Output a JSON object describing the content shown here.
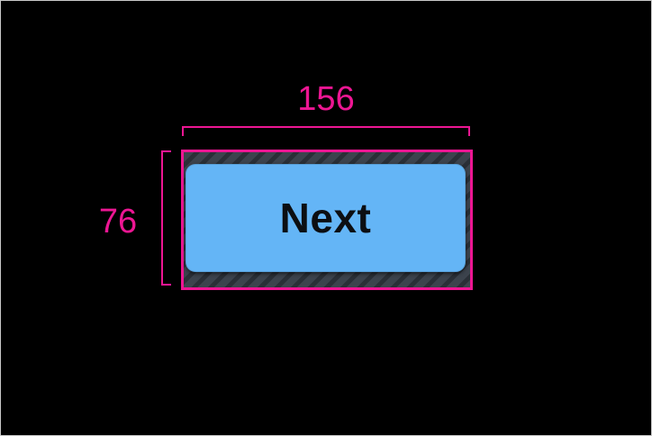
{
  "canvas": {
    "background_color": "#000000",
    "frame_border_color": "#c9c9c9"
  },
  "annotations": {
    "accent_color": "#ed1693",
    "width_measurement": {
      "label": "156"
    },
    "height_measurement": {
      "label": "76"
    }
  },
  "tap_target": {
    "outline_color": "#ed1693",
    "hatch_base_color": "#3c434d",
    "hatch_stripe_color": "#2a2f37"
  },
  "button": {
    "label": "Next",
    "fill_color": "#64b5f6",
    "text_color": "#0c0e12"
  }
}
